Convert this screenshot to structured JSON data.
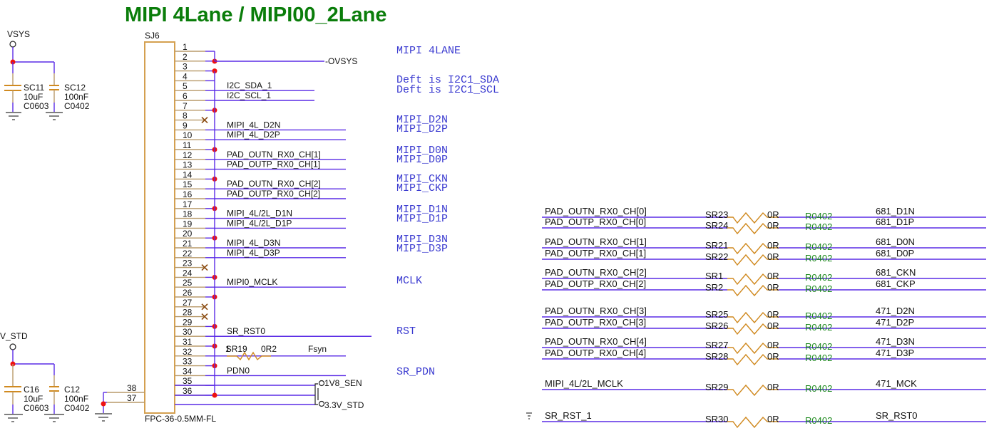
{
  "title": "MIPI 4Lane / MIPI00_2Lane",
  "colors": {
    "title": "#0a7d0a",
    "wire": "#5a2be6",
    "component": "#d08a20",
    "junction": "#ee1111",
    "note": "#3a3ad0",
    "package": "#1e8a1e"
  },
  "power_top": {
    "net": "VSYS",
    "caps": [
      {
        "ref": "SC11",
        "value": "10uF",
        "package": "C0603"
      },
      {
        "ref": "SC12",
        "value": "100nF",
        "package": "C0402"
      }
    ]
  },
  "power_bottom": {
    "net": "V_STD",
    "caps": [
      {
        "ref": "C16",
        "value": "10uF",
        "package": "C0603"
      },
      {
        "ref": "C12",
        "value": "100nF",
        "package": "C0402"
      }
    ]
  },
  "connector": {
    "ref": "SJ6",
    "part": "FPC-36-0.5MM-FL",
    "pins": [
      "1",
      "2",
      "3",
      "4",
      "5",
      "6",
      "7",
      "8",
      "9",
      "10",
      "11",
      "12",
      "13",
      "14",
      "15",
      "16",
      "17",
      "18",
      "19",
      "20",
      "21",
      "22",
      "23",
      "24",
      "25",
      "26",
      "27",
      "28",
      "29",
      "30",
      "31",
      "32",
      "33",
      "34",
      "35",
      "36"
    ],
    "side_pins": [
      "38",
      "37"
    ],
    "nets": [
      {
        "pin": "4",
        "name": "I2C_SDA_1"
      },
      {
        "pin": "5",
        "name": "I2C_SCL_1"
      },
      {
        "pin": "8",
        "name": "MIPI_4L_D2N"
      },
      {
        "pin": "9",
        "name": "MIPI_4L_D2P"
      },
      {
        "pin": "11",
        "name": "PAD_OUTN_RX0_CH[1]"
      },
      {
        "pin": "12",
        "name": "PAD_OUTP_RX0_CH[1]"
      },
      {
        "pin": "14",
        "name": "PAD_OUTN_RX0_CH[2]"
      },
      {
        "pin": "15",
        "name": "PAD_OUTP_RX0_CH[2]"
      },
      {
        "pin": "17",
        "name": "MIPI_4L/2L_D1N"
      },
      {
        "pin": "18",
        "name": "MIPI_4L/2L_D1P"
      },
      {
        "pin": "20",
        "name": "MIPI_4L_D3N"
      },
      {
        "pin": "21",
        "name": "MIPI_4L_D3P"
      },
      {
        "pin": "24",
        "name": "MIPI0_MCLK"
      },
      {
        "pin": "29",
        "name": "SR_RST0"
      },
      {
        "pin": "33",
        "name": "PDN0"
      }
    ],
    "vsys_label": "VSYS",
    "fsyn": {
      "ref": "SR19",
      "value": "0R2",
      "net": "Fsyn",
      "pin1": "1"
    },
    "rail_1v8": "1V8_SEN",
    "rail_3v3": "3.3V_STD"
  },
  "notes": [
    "MIPI 4LANE",
    "Deft is I2C1_SDA",
    "Deft is I2C1_SCL",
    "MIPI_D2N",
    "MIPI_D2P",
    "MIPI_D0N",
    "MIPI_D0P",
    "MIPI_CKN",
    "MIPI_CKP",
    "MIPI_D1N",
    "MIPI_D1P",
    "MIPI_D3N",
    "MIPI_D3P",
    "MCLK",
    "RST",
    "SR_PDN"
  ],
  "resistors": [
    {
      "in": "PAD_OUTN_RX0_CH[0]",
      "ref": "SR23",
      "value": "0R",
      "package": "R0402",
      "out": "681_D1N"
    },
    {
      "in": "PAD_OUTP_RX0_CH[0]",
      "ref": "SR24",
      "value": "0R",
      "package": "R0402",
      "out": "681_D1P"
    },
    {
      "in": "PAD_OUTN_RX0_CH[1]",
      "ref": "SR21",
      "value": "0R",
      "package": "R0402",
      "out": "681_D0N"
    },
    {
      "in": "PAD_OUTP_RX0_CH[1]",
      "ref": "SR22",
      "value": "0R",
      "package": "R0402",
      "out": "681_D0P"
    },
    {
      "in": "PAD_OUTN_RX0_CH[2]",
      "ref": "SR1",
      "value": "0R",
      "package": "R0402",
      "out": "681_CKN"
    },
    {
      "in": "PAD_OUTP_RX0_CH[2]",
      "ref": "SR2",
      "value": "0R",
      "package": "R0402",
      "out": "681_CKP"
    },
    {
      "in": "PAD_OUTN_RX0_CH[3]",
      "ref": "SR25",
      "value": "0R",
      "package": "R0402",
      "out": "471_D2N"
    },
    {
      "in": "PAD_OUTP_RX0_CH[3]",
      "ref": "SR26",
      "value": "0R",
      "package": "R0402",
      "out": "471_D2P"
    },
    {
      "in": "PAD_OUTN_RX0_CH[4]",
      "ref": "SR27",
      "value": "0R",
      "package": "R0402",
      "out": "471_D3N"
    },
    {
      "in": "PAD_OUTP_RX0_CH[4]",
      "ref": "SR28",
      "value": "0R",
      "package": "R0402",
      "out": "471_D3P"
    },
    {
      "in": "MIPI_4L/2L_MCLK",
      "ref": "SR29",
      "value": "0R",
      "package": "R0402",
      "out": "471_MCK"
    },
    {
      "in": "SR_RST_1",
      "ref": "SR30",
      "value": "0R",
      "package": "R0402",
      "out": "SR_RST0"
    }
  ]
}
